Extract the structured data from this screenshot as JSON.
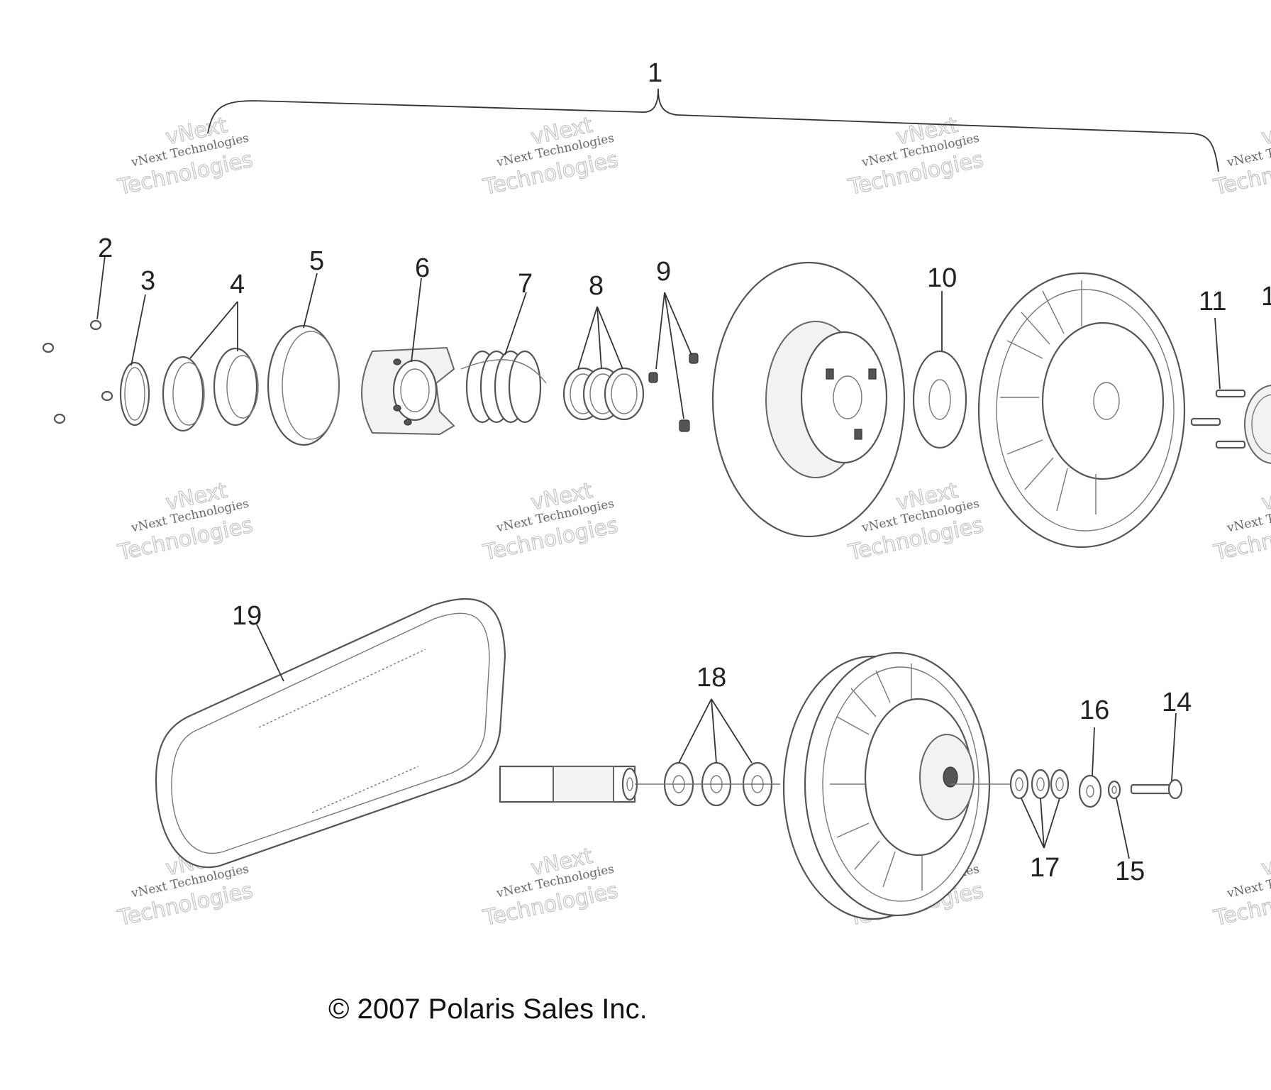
{
  "callouts": [
    {
      "id": "1",
      "label": "1"
    },
    {
      "id": "2",
      "label": "2"
    },
    {
      "id": "3",
      "label": "3"
    },
    {
      "id": "4",
      "label": "4"
    },
    {
      "id": "5",
      "label": "5"
    },
    {
      "id": "6",
      "label": "6"
    },
    {
      "id": "7",
      "label": "7"
    },
    {
      "id": "8",
      "label": "8"
    },
    {
      "id": "9",
      "label": "9"
    },
    {
      "id": "10",
      "label": "10"
    },
    {
      "id": "11",
      "label": "11"
    },
    {
      "id": "12",
      "label": "1"
    },
    {
      "id": "14",
      "label": "14"
    },
    {
      "id": "15",
      "label": "15"
    },
    {
      "id": "16",
      "label": "16"
    },
    {
      "id": "17",
      "label": "17"
    },
    {
      "id": "18",
      "label": "18"
    },
    {
      "id": "19",
      "label": "19"
    }
  ],
  "watermark": {
    "brand": "vNext",
    "line": "vNext Technologies",
    "big": "Technologies"
  },
  "copyright": "© 2007 Polaris Sales Inc."
}
